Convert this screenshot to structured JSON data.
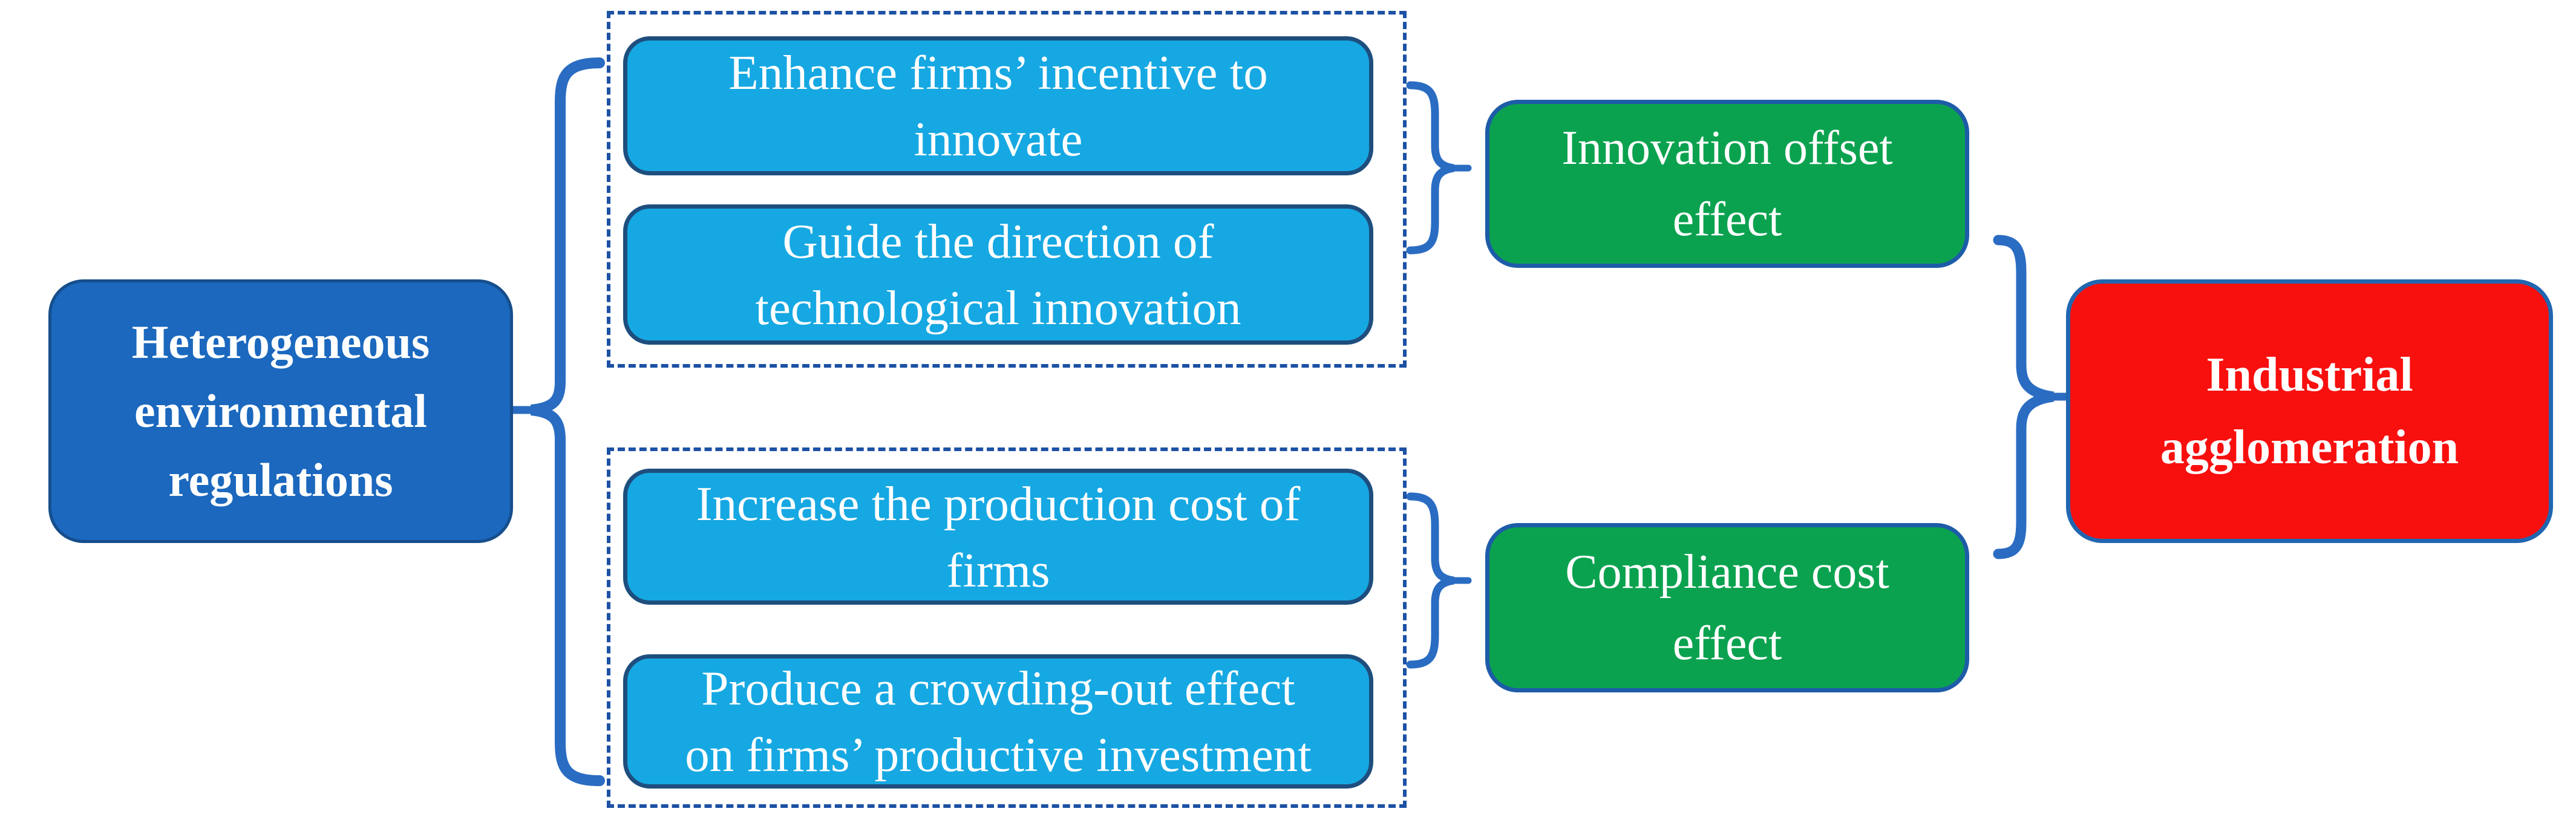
{
  "diagram": {
    "source": {
      "label": "Heterogeneous environmental regulations",
      "lines": [
        "Heterogeneous",
        "environmental",
        "regulations"
      ]
    },
    "mechanism_groups": [
      {
        "boxes": [
          {
            "label": "Enhance firms’ incentive to innovate",
            "lines": [
              "Enhance firms’ incentive to",
              "innovate"
            ]
          },
          {
            "label": "Guide the direction of technological innovation",
            "lines": [
              "Guide the direction of",
              "technological innovation"
            ]
          }
        ],
        "effect": {
          "label": "Innovation offset effect",
          "lines": [
            "Innovation offset",
            "effect"
          ]
        }
      },
      {
        "boxes": [
          {
            "label": "Increase the production cost of firms",
            "lines": [
              "Increase the production cost of",
              "firms"
            ]
          },
          {
            "label": "Produce a crowding-out effect on firms’ productive investment",
            "lines": [
              "Produce a crowding-out effect",
              "on firms’ productive investment"
            ]
          }
        ],
        "effect": {
          "label": "Compliance cost effect",
          "lines": [
            "Compliance cost",
            "effect"
          ]
        }
      }
    ],
    "outcome": {
      "label": "Industrial agglomeration",
      "lines": [
        "Industrial",
        "agglomeration"
      ]
    },
    "colors": {
      "source_fill": "#1B68BE",
      "mechanism_fill": "#16A8E2",
      "effect_fill": "#0BA24F",
      "outcome_fill": "#F8100F",
      "mechanism_border": "#1E4E7E",
      "effect_border": "#1D5CA8",
      "outcome_border": "#2166B0",
      "dashed_border": "#1C51A4",
      "brace": "#2A6CC2",
      "text": "#FFFFFF"
    }
  }
}
